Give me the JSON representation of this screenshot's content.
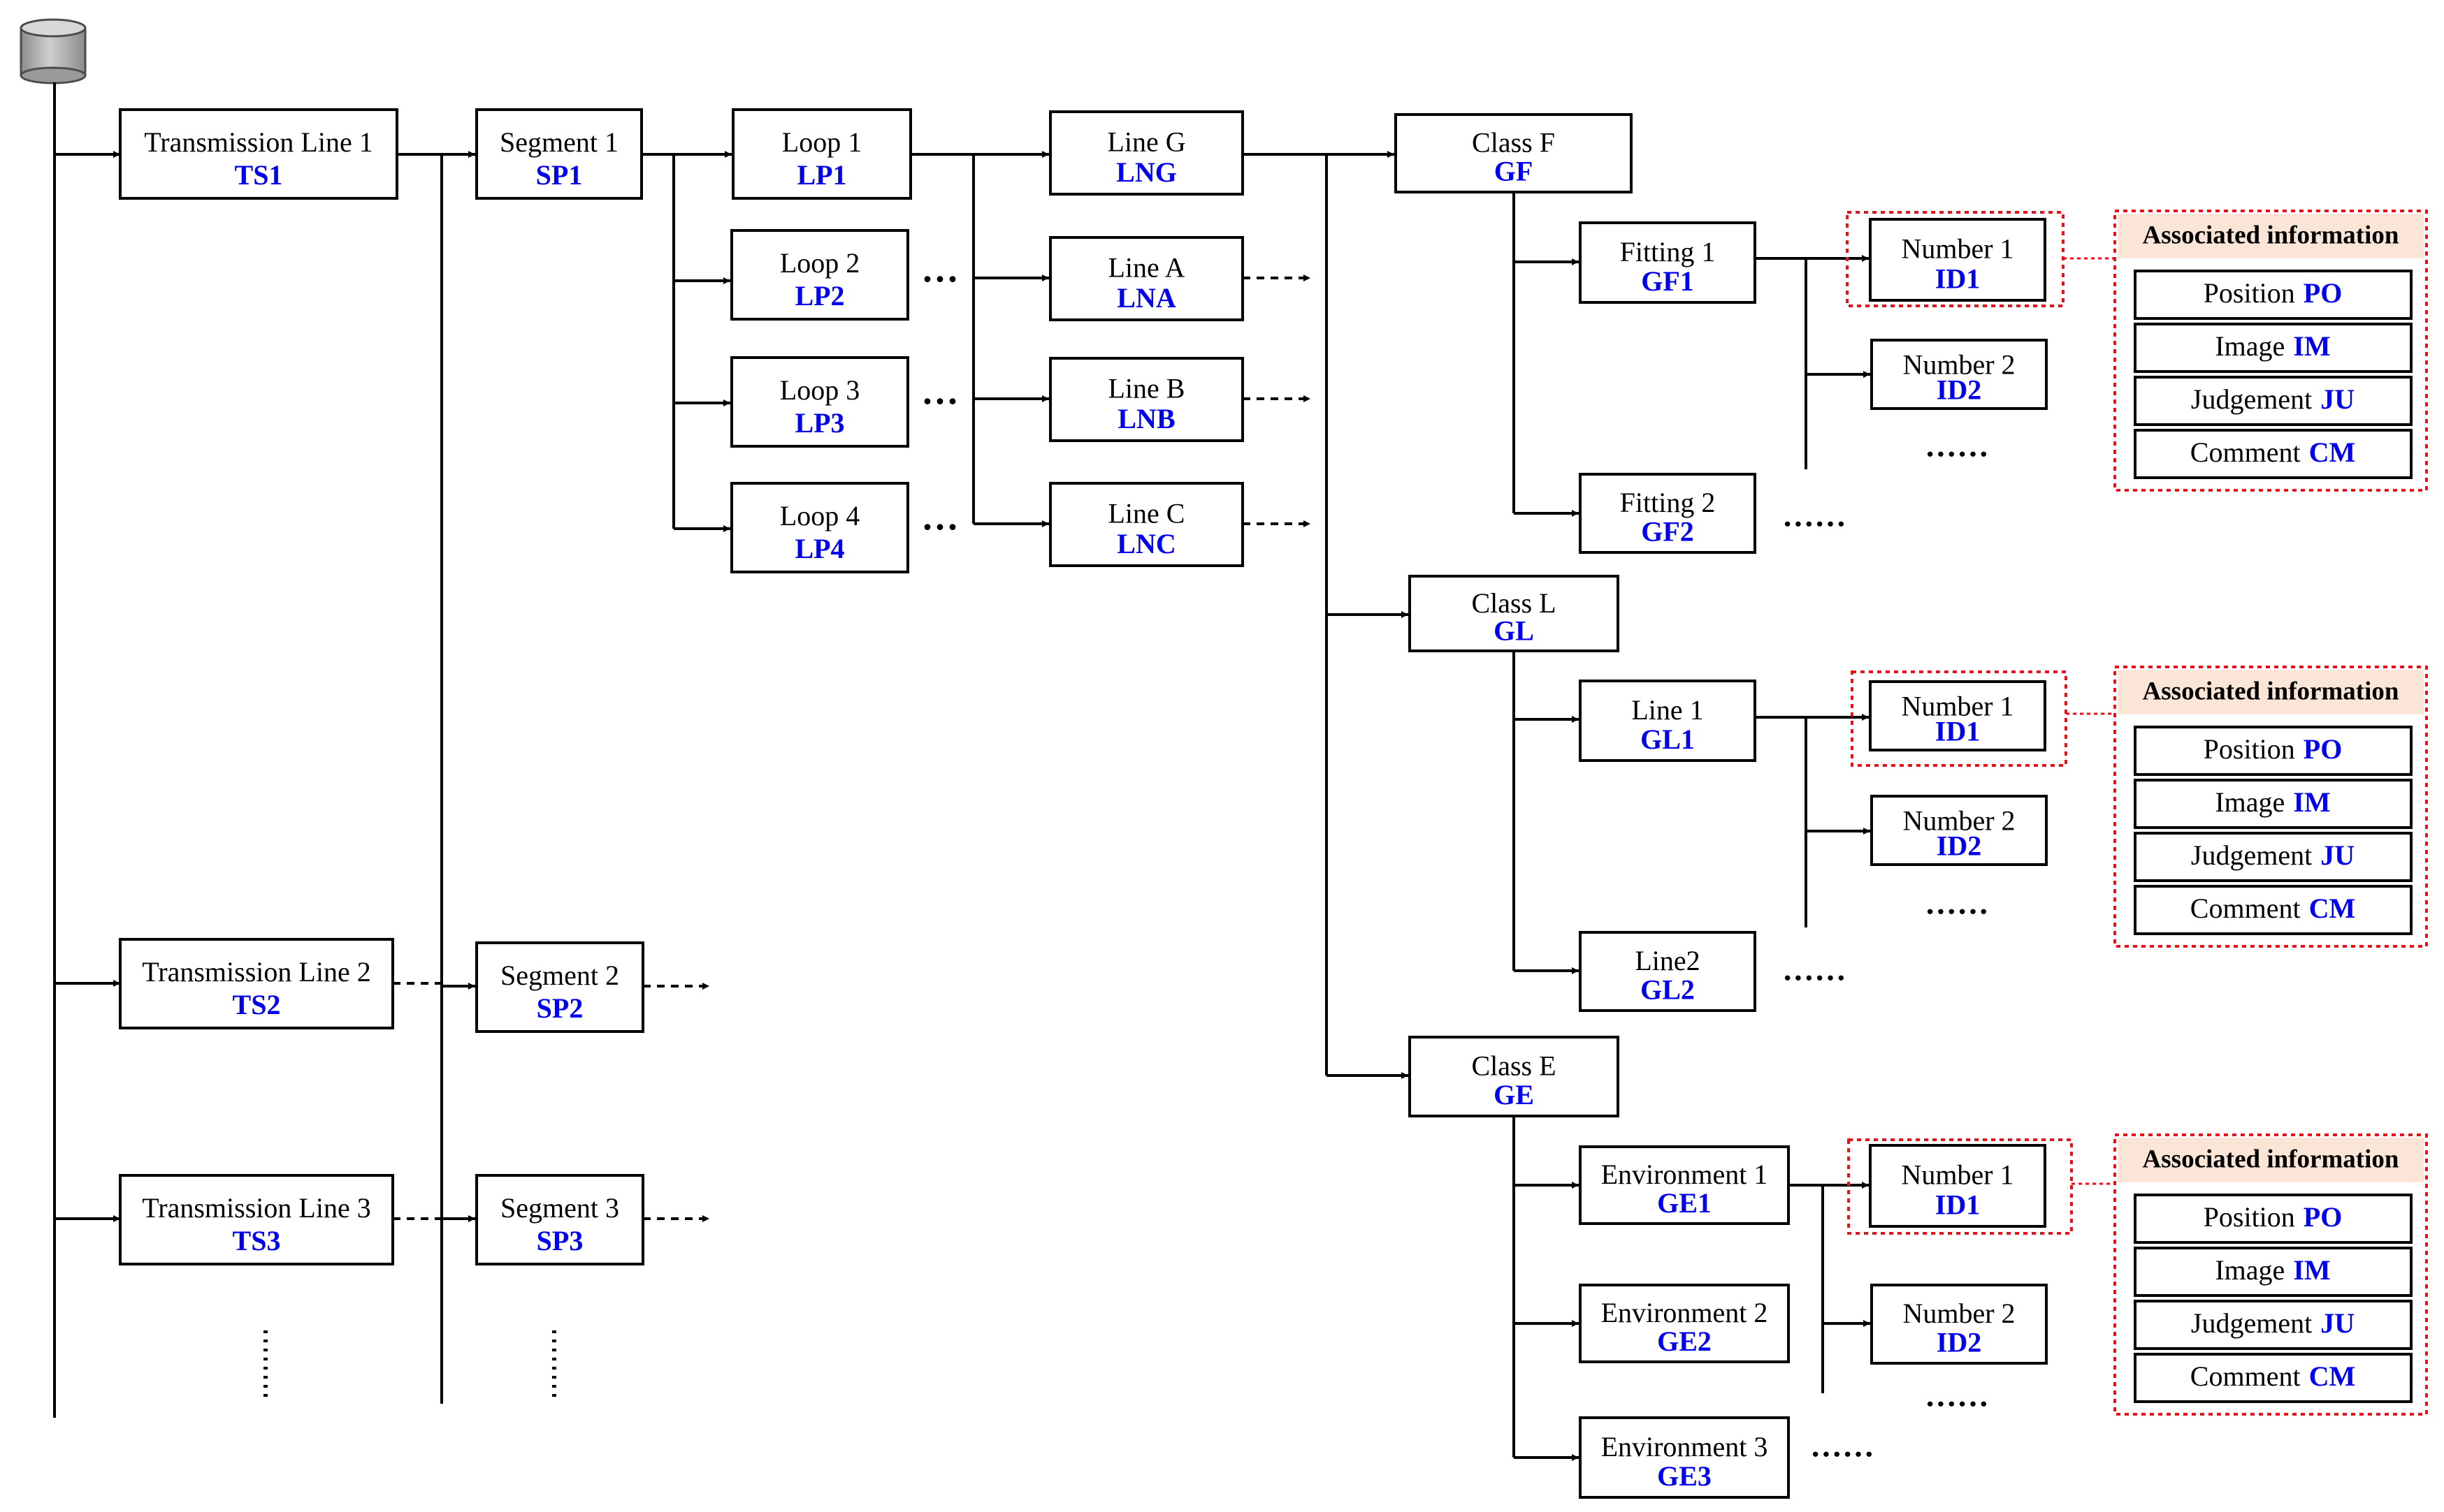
{
  "nodes": {
    "ts1": {
      "name": "Transmission Line 1",
      "code": "TS1"
    },
    "ts2": {
      "name": "Transmission Line 2",
      "code": "TS2"
    },
    "ts3": {
      "name": "Transmission Line 3",
      "code": "TS3"
    },
    "sp1": {
      "name": "Segment 1",
      "code": "SP1"
    },
    "sp2": {
      "name": "Segment 2",
      "code": "SP2"
    },
    "sp3": {
      "name": "Segment 3",
      "code": "SP3"
    },
    "lp1": {
      "name": "Loop 1",
      "code": "LP1"
    },
    "lp2": {
      "name": "Loop 2",
      "code": "LP2"
    },
    "lp3": {
      "name": "Loop 3",
      "code": "LP3"
    },
    "lp4": {
      "name": "Loop 4",
      "code": "LP4"
    },
    "lng": {
      "name": "Line G",
      "code": "LNG"
    },
    "lna": {
      "name": "Line A",
      "code": "LNA"
    },
    "lnb": {
      "name": "Line B",
      "code": "LNB"
    },
    "lnc": {
      "name": "Line C",
      "code": "LNC"
    },
    "gf": {
      "name": "Class F",
      "code": "GF"
    },
    "gl": {
      "name": "Class L",
      "code": "GL"
    },
    "ge": {
      "name": "Class E",
      "code": "GE"
    },
    "gf1": {
      "name": "Fitting 1",
      "code": "GF1"
    },
    "gf2": {
      "name": "Fitting 2",
      "code": "GF2"
    },
    "gl1": {
      "name": "Line 1",
      "code": "GL1"
    },
    "gl2": {
      "name": "Line2",
      "code": "GL2"
    },
    "ge1": {
      "name": "Environment 1",
      "code": "GE1"
    },
    "ge2": {
      "name": "Environment 2",
      "code": "GE2"
    },
    "ge3": {
      "name": "Environment 3",
      "code": "GE3"
    },
    "f_id1": {
      "name": "Number 1",
      "code": "ID1"
    },
    "f_id2": {
      "name": "Number 2",
      "code": "ID2"
    },
    "l_id1": {
      "name": "Number 1",
      "code": "ID1"
    },
    "l_id2": {
      "name": "Number 2",
      "code": "ID2"
    },
    "e_id1": {
      "name": "Number 1",
      "code": "ID1"
    },
    "e_id2": {
      "name": "Number 2",
      "code": "ID2"
    }
  },
  "associated_info": {
    "title": "Associated information",
    "fields": [
      {
        "name": "Position",
        "code": "PO"
      },
      {
        "name": "Image",
        "code": "IM"
      },
      {
        "name": "Judgement",
        "code": "JU"
      },
      {
        "name": "Comment",
        "code": "CM"
      }
    ]
  },
  "ellipsis": {
    "dots3": "···",
    "dots6": "······"
  },
  "colors": {
    "code_text": "#0000ee",
    "highlight_border": "#e8101a",
    "assoc_header_fill": "#fbe5d6",
    "database_fill": "#a6a6a6"
  }
}
